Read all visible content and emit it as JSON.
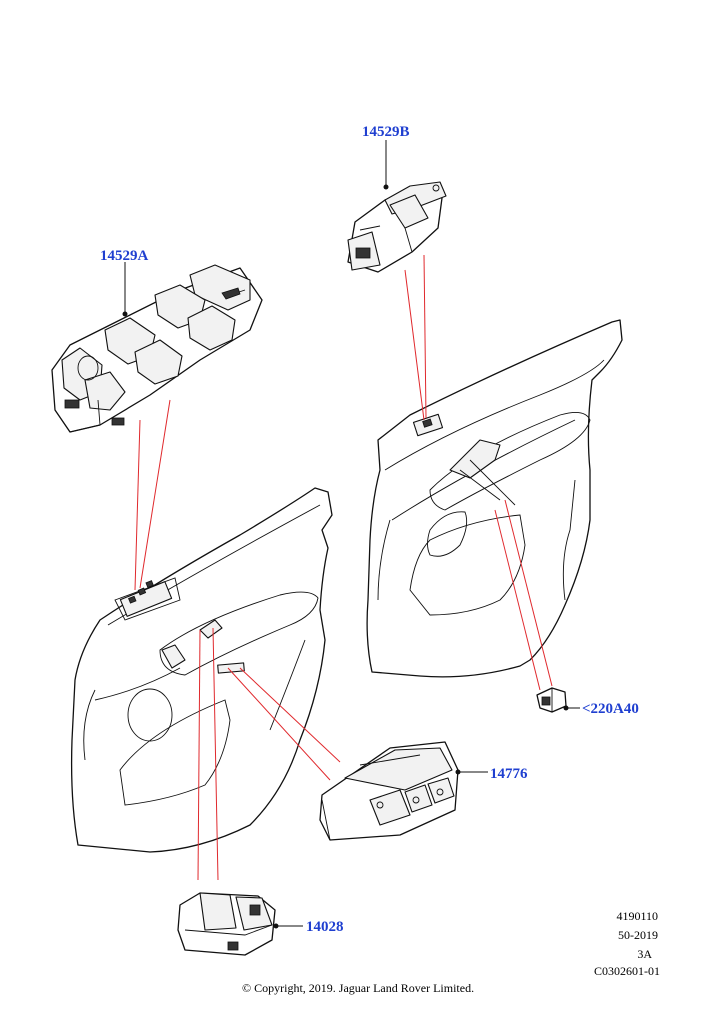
{
  "callouts": {
    "switch_14529B": "14529B",
    "switch_14529A": "14529A",
    "connector_220A40": "<220A40",
    "switch_14776": "14776",
    "switch_14028": "14028"
  },
  "meta": {
    "line1": "4190110",
    "line2": "50-2019",
    "line3": "3A",
    "line4": "C0302601-01"
  },
  "copyright": "© Copyright, 2019. Jaguar Land Rover Limited."
}
